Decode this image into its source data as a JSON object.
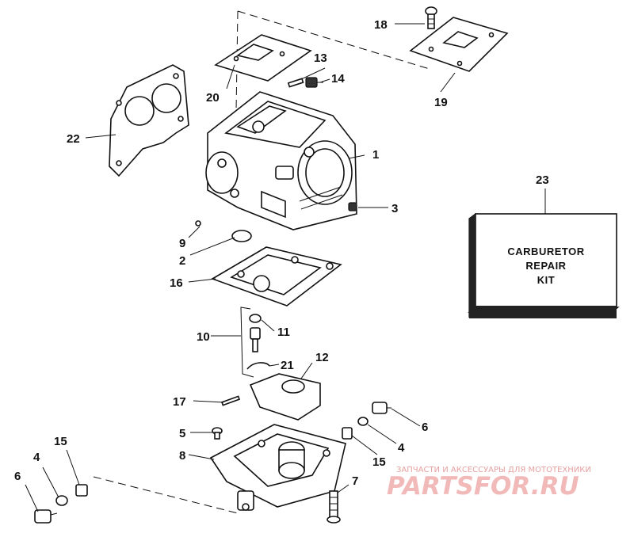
{
  "callouts": {
    "c1": "1",
    "c2": "2",
    "c3": "3",
    "c4a": "4",
    "c4b": "4",
    "c5": "5",
    "c6a": "6",
    "c6b": "6",
    "c7": "7",
    "c8": "8",
    "c9": "9",
    "c10": "10",
    "c11": "11",
    "c12": "12",
    "c13": "13",
    "c14": "14",
    "c15a": "15",
    "c15b": "15",
    "c16": "16",
    "c17": "17",
    "c18": "18",
    "c19": "19",
    "c20": "20",
    "c21": "21",
    "c22": "22",
    "c23": "23"
  },
  "kit_box": {
    "line1": "CARBURETOR",
    "line2": "REPAIR",
    "line3": "KIT"
  },
  "watermark": {
    "tagline": "ЗАПЧАСТИ И АКСЕССУАРЫ ДЛЯ МОТОТЕХНИКИ",
    "logo": "PARTSFOR.RU"
  }
}
